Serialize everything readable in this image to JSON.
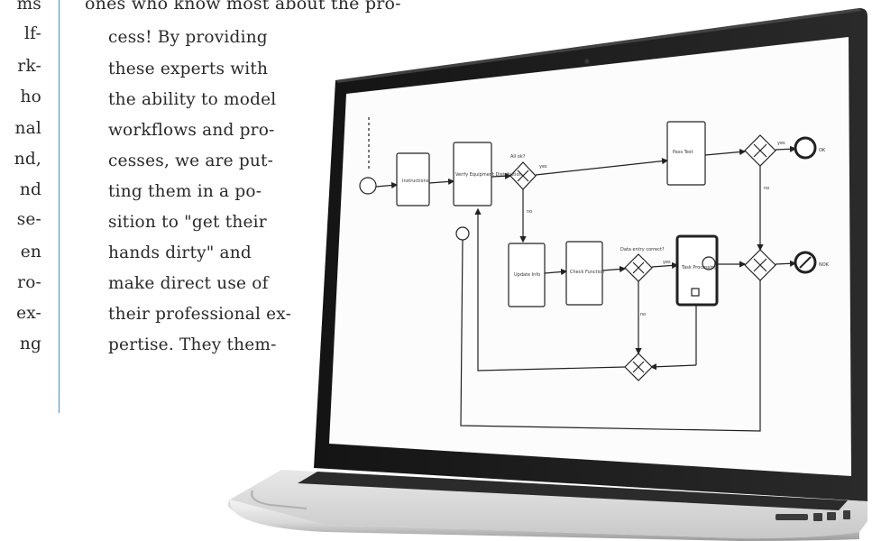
{
  "article": {
    "top_line": "ones who know most about the pro-",
    "left_fragments": [
      "ms",
      "lf-",
      "rk-",
      "ho",
      "nal",
      "nd,",
      "nd",
      "se-",
      "en",
      "ro-",
      "ex-",
      "ng"
    ],
    "wrap_lines": [
      "cess! By providing",
      "these experts with",
      "the ability to model",
      "workflows and pro-",
      "cesses, we are put-",
      "ting them in a po-",
      "sition to \"get their",
      "hands  dirty\"  and",
      "make direct use of",
      "their professional ex-",
      "pertise. They them-"
    ]
  },
  "diagram": {
    "tasks": [
      "Instructions",
      "Verify Equipment Distribution",
      "Update Info",
      "Check Function",
      "Pass Test",
      "Task Processing"
    ],
    "gateway_labels": [
      "All ok?",
      "Data entry correct?"
    ],
    "flow_labels": [
      "yes",
      "no",
      "yes",
      "no",
      "yes",
      "no"
    ],
    "end_labels": [
      "OK",
      "NOK"
    ]
  },
  "colors": {
    "divider": "#3b8fc7",
    "text": "#2a2a2a"
  }
}
